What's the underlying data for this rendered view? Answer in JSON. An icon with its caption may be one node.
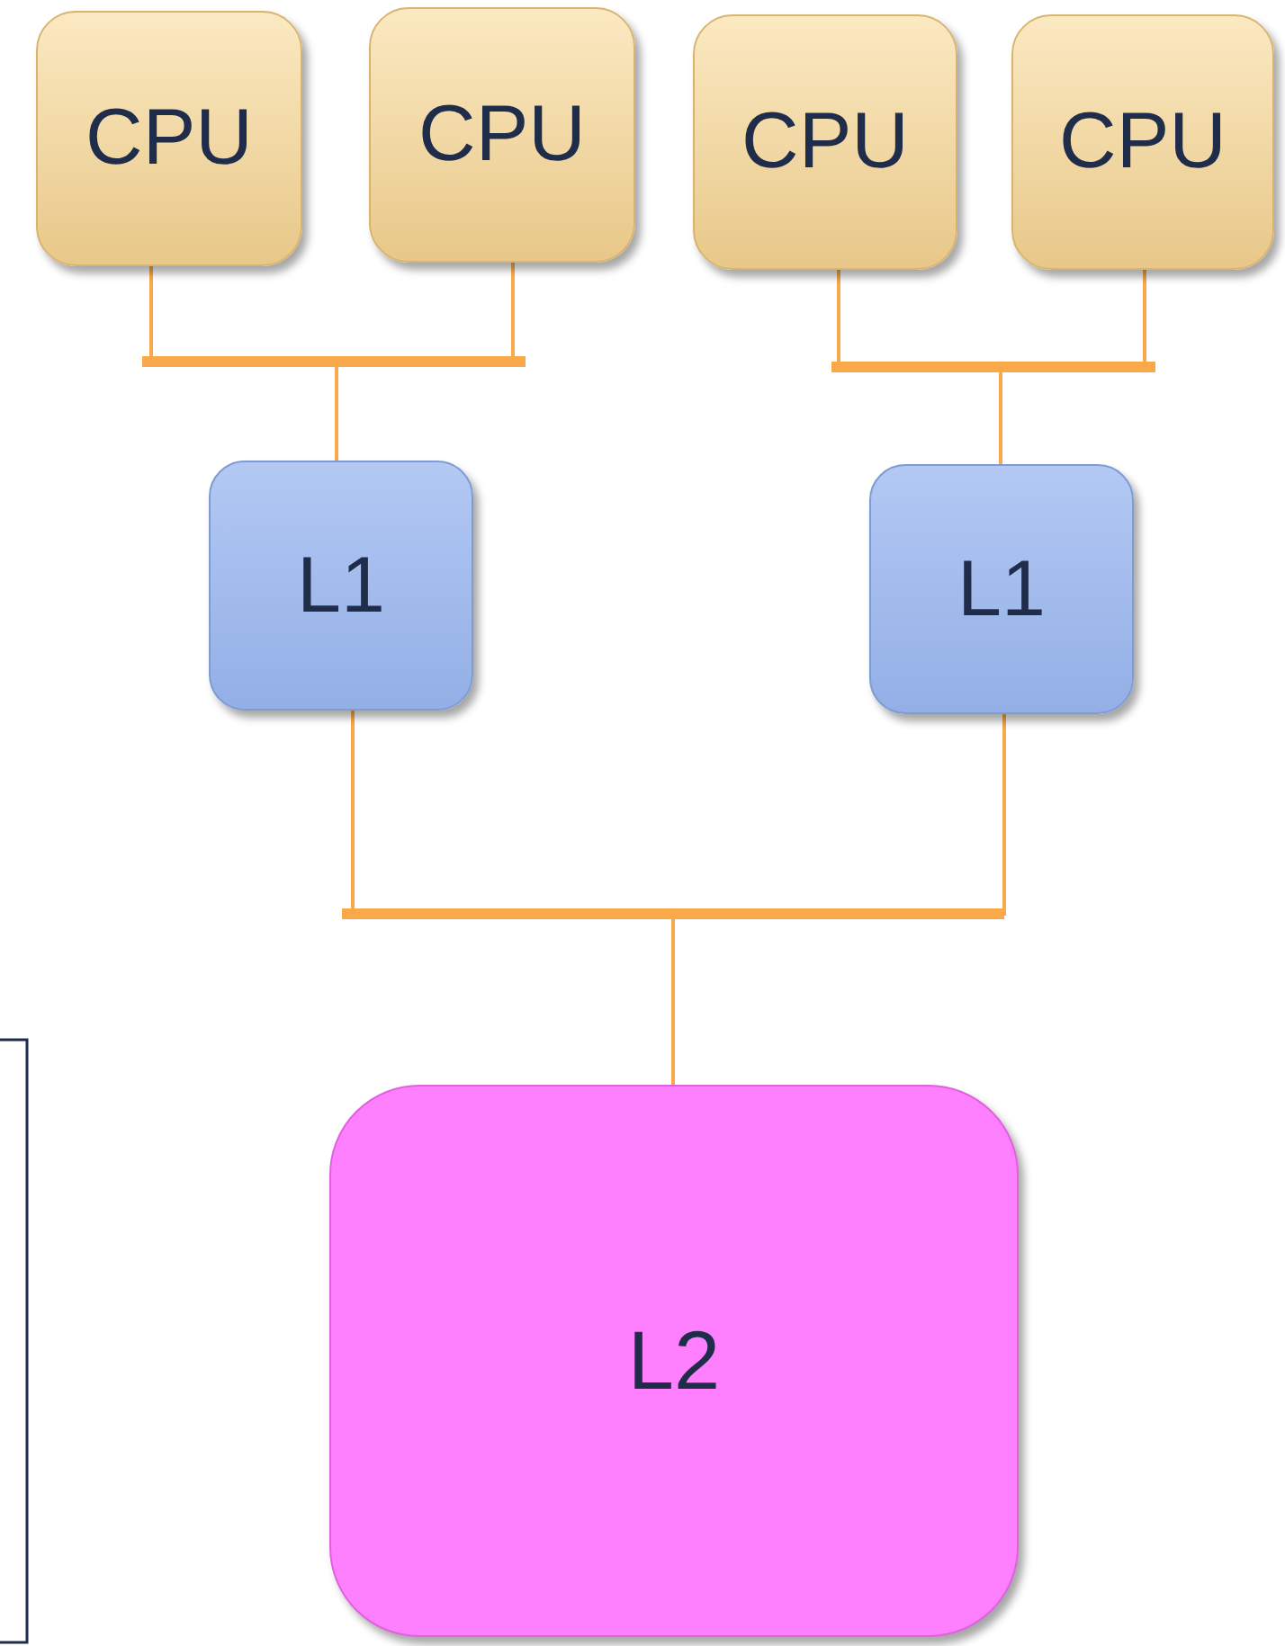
{
  "diagram": {
    "nodes": [
      {
        "text": [
          "CPU"
        ]
      },
      {
        "text": [
          "CPU"
        ]
      },
      {
        "text": [
          "CPU"
        ]
      },
      {
        "text": [
          "CPU"
        ]
      },
      {
        "text": [
          "L1"
        ]
      },
      {
        "text": [
          "L1"
        ]
      },
      {
        "text": [
          "L2"
        ]
      }
    ],
    "edges": [
      {
        "from": 0,
        "to": 4,
        "arrow": "none"
      },
      {
        "from": 1,
        "to": 4,
        "arrow": "none"
      },
      {
        "from": 2,
        "to": 5,
        "arrow": "none"
      },
      {
        "from": 3,
        "to": 5,
        "arrow": "none"
      },
      {
        "from": 4,
        "to": 6,
        "arrow": "none"
      },
      {
        "from": 5,
        "to": 6,
        "arrow": "none"
      }
    ]
  }
}
